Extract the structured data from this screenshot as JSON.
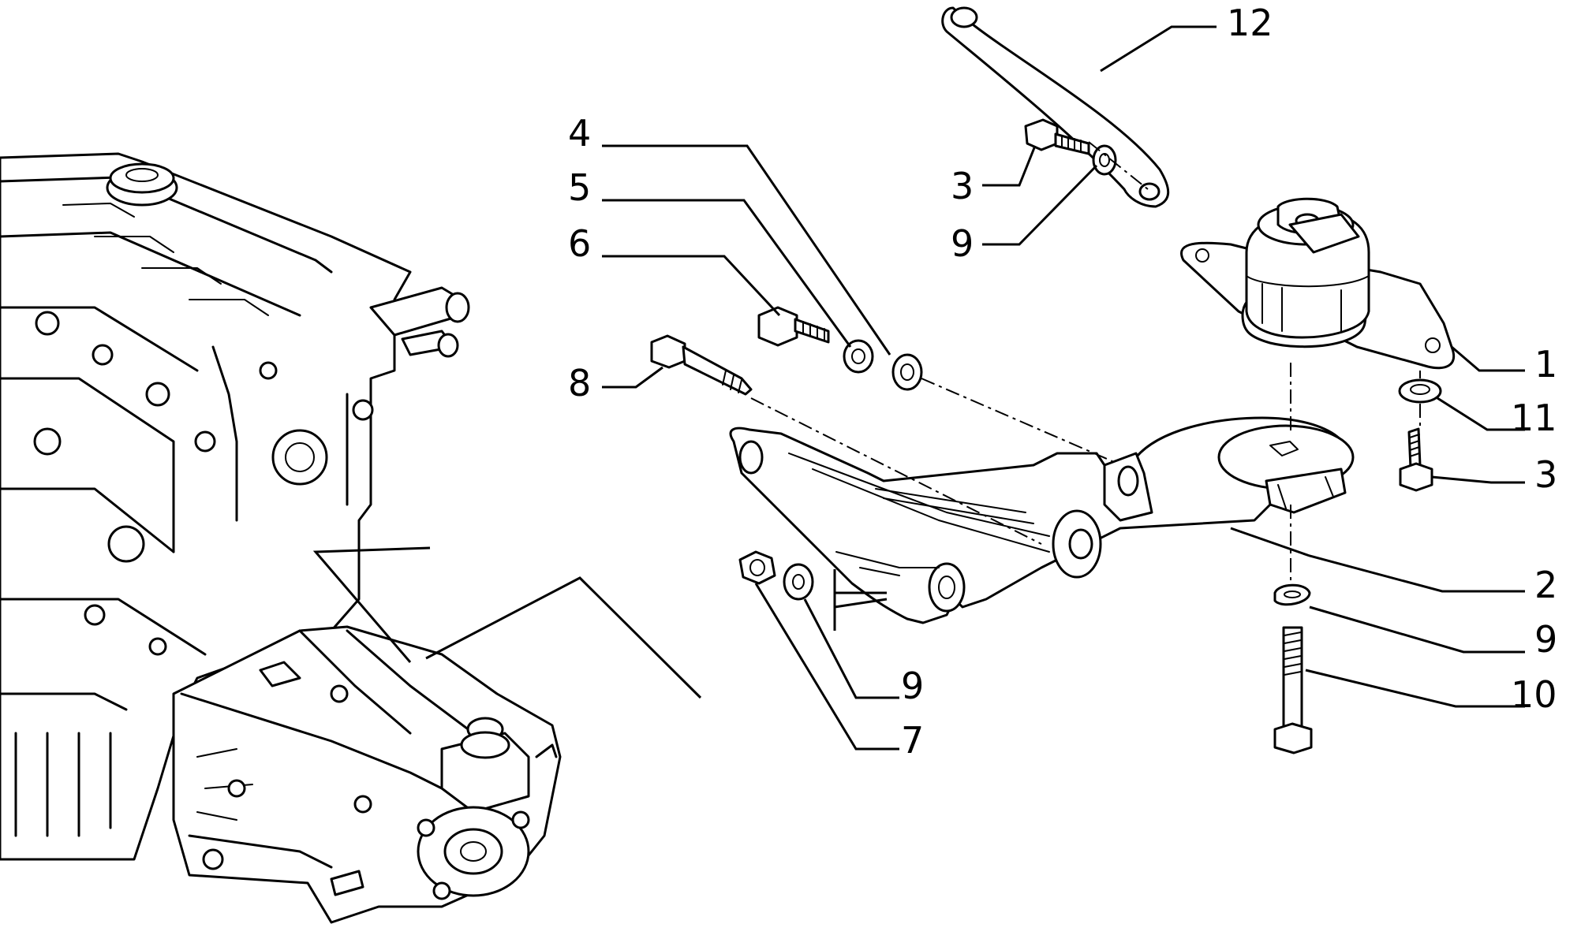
{
  "callouts": {
    "c1": "1",
    "c2": "2",
    "c3_top": "3",
    "c3_right": "3",
    "c4": "4",
    "c5": "5",
    "c6": "6",
    "c7": "7",
    "c8": "8",
    "c9_top": "9",
    "c9_right": "9",
    "c9_bottom": "9",
    "c10": "10",
    "c11": "11",
    "c12": "12"
  }
}
